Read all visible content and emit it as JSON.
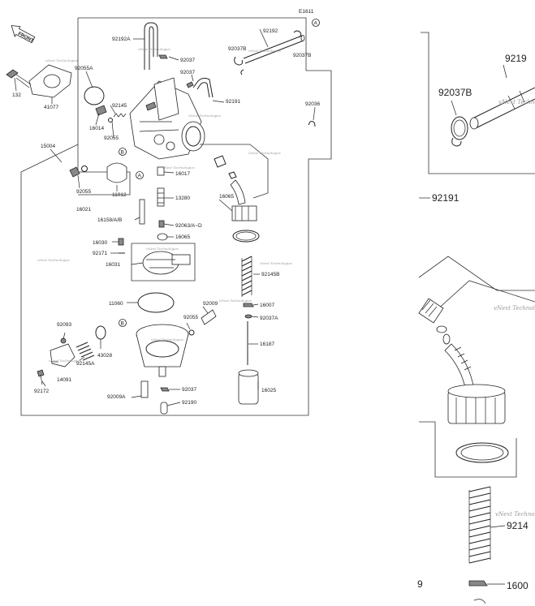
{
  "diagram": {
    "code": "E1611",
    "front_label": "FRONT",
    "ref_a": "A",
    "ref_b": "B",
    "watermark": "vNext Technologies",
    "parts": {
      "p92192A": "92192A",
      "p92192": "92192",
      "p92037Bt": "92037B",
      "p92037Bb": "92037B",
      "p92037a": "92037",
      "p92037b": "92037",
      "p92055A": "92055A",
      "p132": "132",
      "p41077": "41077",
      "p92145": "92145",
      "p16014": "16014",
      "p92055a": "92055",
      "p92191": "92191",
      "p92036": "92036",
      "p15004": "15004",
      "p92055b": "92055",
      "p16021": "16021",
      "p11012": "11012",
      "p16017": "16017",
      "p13280": "13280",
      "p16065": "16065",
      "p16158": "16158/A/B",
      "p92063": "92063/A~D",
      "p16065b": "16065",
      "p16030": "16030",
      "p92171": "92171",
      "p16031": "16031",
      "p92145B": "92145B",
      "p11060": "11060",
      "p92009": "92009",
      "p16007": "16007",
      "p92037A": "92037A",
      "p92055c": "92055",
      "p92093": "92093",
      "p43028": "43028",
      "p16187": "16187",
      "p92145A": "92145A",
      "p14091": "14091",
      "p92172": "92172",
      "p92037c": "92037",
      "p92009A": "92009A",
      "p92190": "92190",
      "p16025": "16025"
    }
  },
  "zoom": {
    "p92192": "9219",
    "p92037B": "92037B",
    "p92191": "92191",
    "p92145": "9214",
    "p16007": "1600",
    "p9": "9"
  }
}
